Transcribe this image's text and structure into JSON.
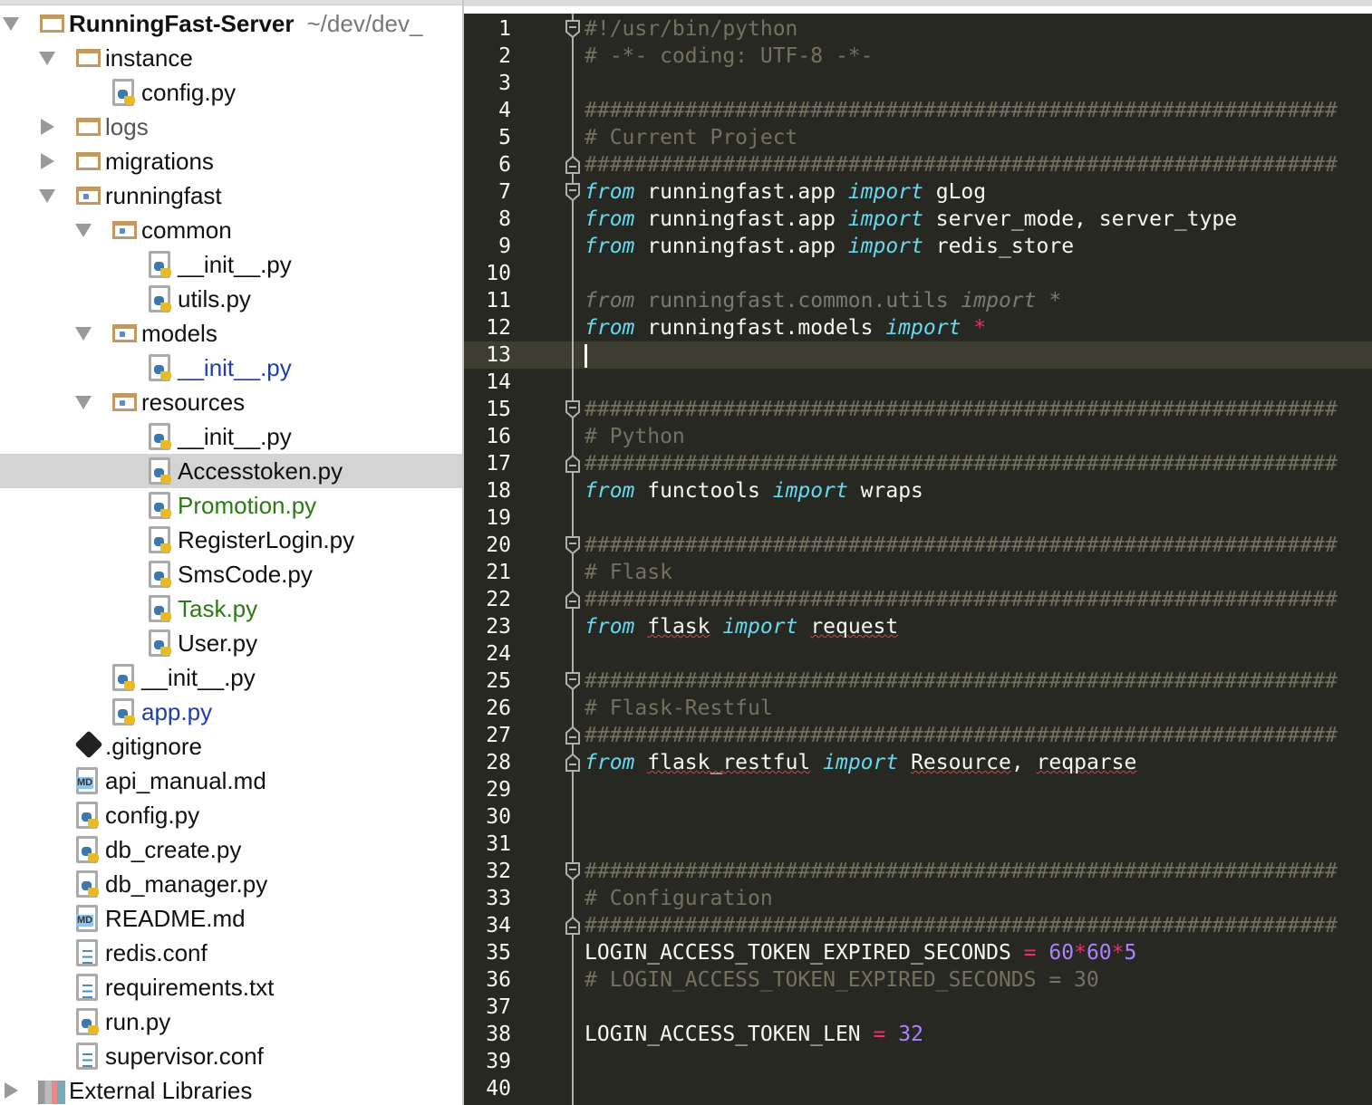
{
  "project_tree": {
    "items": [
      {
        "level": 0,
        "kind": "folder",
        "arrow": "down",
        "label": "RunningFast-Server",
        "sublabel": "~/dev/dev_",
        "bold": true
      },
      {
        "level": 1,
        "kind": "folder",
        "arrow": "down",
        "label": "instance"
      },
      {
        "level": 2,
        "kind": "py",
        "label": "config.py"
      },
      {
        "level": 1,
        "kind": "folder",
        "arrow": "right",
        "label": "logs",
        "color": "#555555"
      },
      {
        "level": 1,
        "kind": "folder",
        "arrow": "right",
        "label": "migrations"
      },
      {
        "level": 1,
        "kind": "pkg",
        "arrow": "down",
        "label": "runningfast"
      },
      {
        "level": 2,
        "kind": "pkg",
        "arrow": "down",
        "label": "common"
      },
      {
        "level": 3,
        "kind": "py",
        "label": "__init__.py"
      },
      {
        "level": 3,
        "kind": "py",
        "label": "utils.py"
      },
      {
        "level": 2,
        "kind": "pkg",
        "arrow": "down",
        "label": "models"
      },
      {
        "level": 3,
        "kind": "py",
        "label": "__init__.py",
        "color": "#1f3ea8"
      },
      {
        "level": 2,
        "kind": "pkg",
        "arrow": "down",
        "label": "resources"
      },
      {
        "level": 3,
        "kind": "py",
        "label": "__init__.py"
      },
      {
        "level": 3,
        "kind": "py",
        "label": "Accesstoken.py",
        "selected": true
      },
      {
        "level": 3,
        "kind": "py",
        "label": "Promotion.py",
        "color": "#2a7b14"
      },
      {
        "level": 3,
        "kind": "py",
        "label": "RegisterLogin.py"
      },
      {
        "level": 3,
        "kind": "py",
        "label": "SmsCode.py"
      },
      {
        "level": 3,
        "kind": "py",
        "label": "Task.py",
        "color": "#2a7b14"
      },
      {
        "level": 3,
        "kind": "py",
        "label": "User.py"
      },
      {
        "level": 2,
        "kind": "py",
        "label": "__init__.py"
      },
      {
        "level": 2,
        "kind": "py",
        "label": "app.py",
        "color": "#1f3ea8"
      },
      {
        "level": 1,
        "kind": "git",
        "label": ".gitignore"
      },
      {
        "level": 1,
        "kind": "md",
        "label": "api_manual.md"
      },
      {
        "level": 1,
        "kind": "py",
        "label": "config.py"
      },
      {
        "level": 1,
        "kind": "py",
        "label": "db_create.py"
      },
      {
        "level": 1,
        "kind": "py",
        "label": "db_manager.py"
      },
      {
        "level": 1,
        "kind": "md",
        "label": "README.md"
      },
      {
        "level": 1,
        "kind": "txt",
        "label": "redis.conf"
      },
      {
        "level": 1,
        "kind": "txt",
        "label": "requirements.txt"
      },
      {
        "level": 1,
        "kind": "py",
        "label": "run.py"
      },
      {
        "level": 1,
        "kind": "txt",
        "label": "supervisor.conf"
      },
      {
        "level": 0,
        "kind": "lib",
        "arrow": "right",
        "label": "External Libraries"
      }
    ],
    "md_badge": "MD"
  },
  "editor": {
    "current_line": 13,
    "fold_starts": [
      1,
      7,
      15,
      20,
      25,
      32
    ],
    "fold_ends": [
      6,
      17,
      22,
      27,
      28,
      34
    ],
    "lines": [
      [
        [
          "cm",
          "#!/usr/bin/python"
        ]
      ],
      [
        [
          "cm",
          "# -*- coding: UTF-8 -*-"
        ]
      ],
      [],
      [
        [
          "cm",
          "############################################################"
        ]
      ],
      [
        [
          "cm",
          "# Current Project"
        ]
      ],
      [
        [
          "cm",
          "############################################################"
        ]
      ],
      [
        [
          "kw",
          "from"
        ],
        [
          "tx",
          " runningfast.app "
        ],
        [
          "kw",
          "import"
        ],
        [
          "tx",
          " gLog"
        ]
      ],
      [
        [
          "kw",
          "from"
        ],
        [
          "tx",
          " runningfast.app "
        ],
        [
          "kw",
          "import"
        ],
        [
          "tx",
          " server_mode, server_type"
        ]
      ],
      [
        [
          "kw",
          "from"
        ],
        [
          "tx",
          " runningfast.app "
        ],
        [
          "kw",
          "import"
        ],
        [
          "tx",
          " redis_store"
        ]
      ],
      [],
      [
        [
          "dimkw",
          "from"
        ],
        [
          "dim",
          " runningfast.common.utils "
        ],
        [
          "dimkw",
          "import"
        ],
        [
          "dim",
          " *"
        ]
      ],
      [
        [
          "kw",
          "from"
        ],
        [
          "tx",
          " runningfast.models "
        ],
        [
          "kw",
          "import"
        ],
        [
          "tx",
          " "
        ],
        [
          "op",
          "*"
        ]
      ],
      [
        [
          "caret",
          ""
        ]
      ],
      [],
      [
        [
          "cm",
          "############################################################"
        ]
      ],
      [
        [
          "cm",
          "# Python"
        ]
      ],
      [
        [
          "cm",
          "############################################################"
        ]
      ],
      [
        [
          "kw",
          "from"
        ],
        [
          "tx",
          " functools "
        ],
        [
          "kw",
          "import"
        ],
        [
          "tx",
          " wraps"
        ]
      ],
      [],
      [
        [
          "cm",
          "############################################################"
        ]
      ],
      [
        [
          "cm",
          "# Flask"
        ]
      ],
      [
        [
          "cm",
          "############################################################"
        ]
      ],
      [
        [
          "kw",
          "from"
        ],
        [
          "tx",
          " "
        ],
        [
          "unres",
          "flask"
        ],
        [
          "tx",
          " "
        ],
        [
          "kw",
          "import"
        ],
        [
          "tx",
          " "
        ],
        [
          "unres",
          "request"
        ]
      ],
      [],
      [
        [
          "cm",
          "############################################################"
        ]
      ],
      [
        [
          "cm",
          "# Flask-Restful"
        ]
      ],
      [
        [
          "cm",
          "############################################################"
        ]
      ],
      [
        [
          "kw",
          "from"
        ],
        [
          "tx",
          " "
        ],
        [
          "unres",
          "flask_restful"
        ],
        [
          "tx",
          " "
        ],
        [
          "kw",
          "import"
        ],
        [
          "tx",
          " "
        ],
        [
          "unres",
          "Resource"
        ],
        [
          "tx",
          ", "
        ],
        [
          "unres",
          "reqparse"
        ]
      ],
      [],
      [],
      [],
      [
        [
          "cm",
          "############################################################"
        ]
      ],
      [
        [
          "cm",
          "# Configuration"
        ]
      ],
      [
        [
          "cm",
          "############################################################"
        ]
      ],
      [
        [
          "tx",
          "LOGIN_ACCESS_TOKEN_EXPIRED_SECONDS "
        ],
        [
          "op",
          "="
        ],
        [
          "tx",
          " "
        ],
        [
          "num",
          "60"
        ],
        [
          "op",
          "*"
        ],
        [
          "num",
          "60"
        ],
        [
          "op",
          "*"
        ],
        [
          "num",
          "5"
        ]
      ],
      [
        [
          "cm",
          "# LOGIN_ACCESS_TOKEN_EXPIRED_SECONDS = 30"
        ]
      ],
      [],
      [
        [
          "tx",
          "LOGIN_ACCESS_TOKEN_LEN "
        ],
        [
          "op",
          "="
        ],
        [
          "tx",
          " "
        ],
        [
          "num",
          "32"
        ]
      ],
      [],
      []
    ]
  }
}
